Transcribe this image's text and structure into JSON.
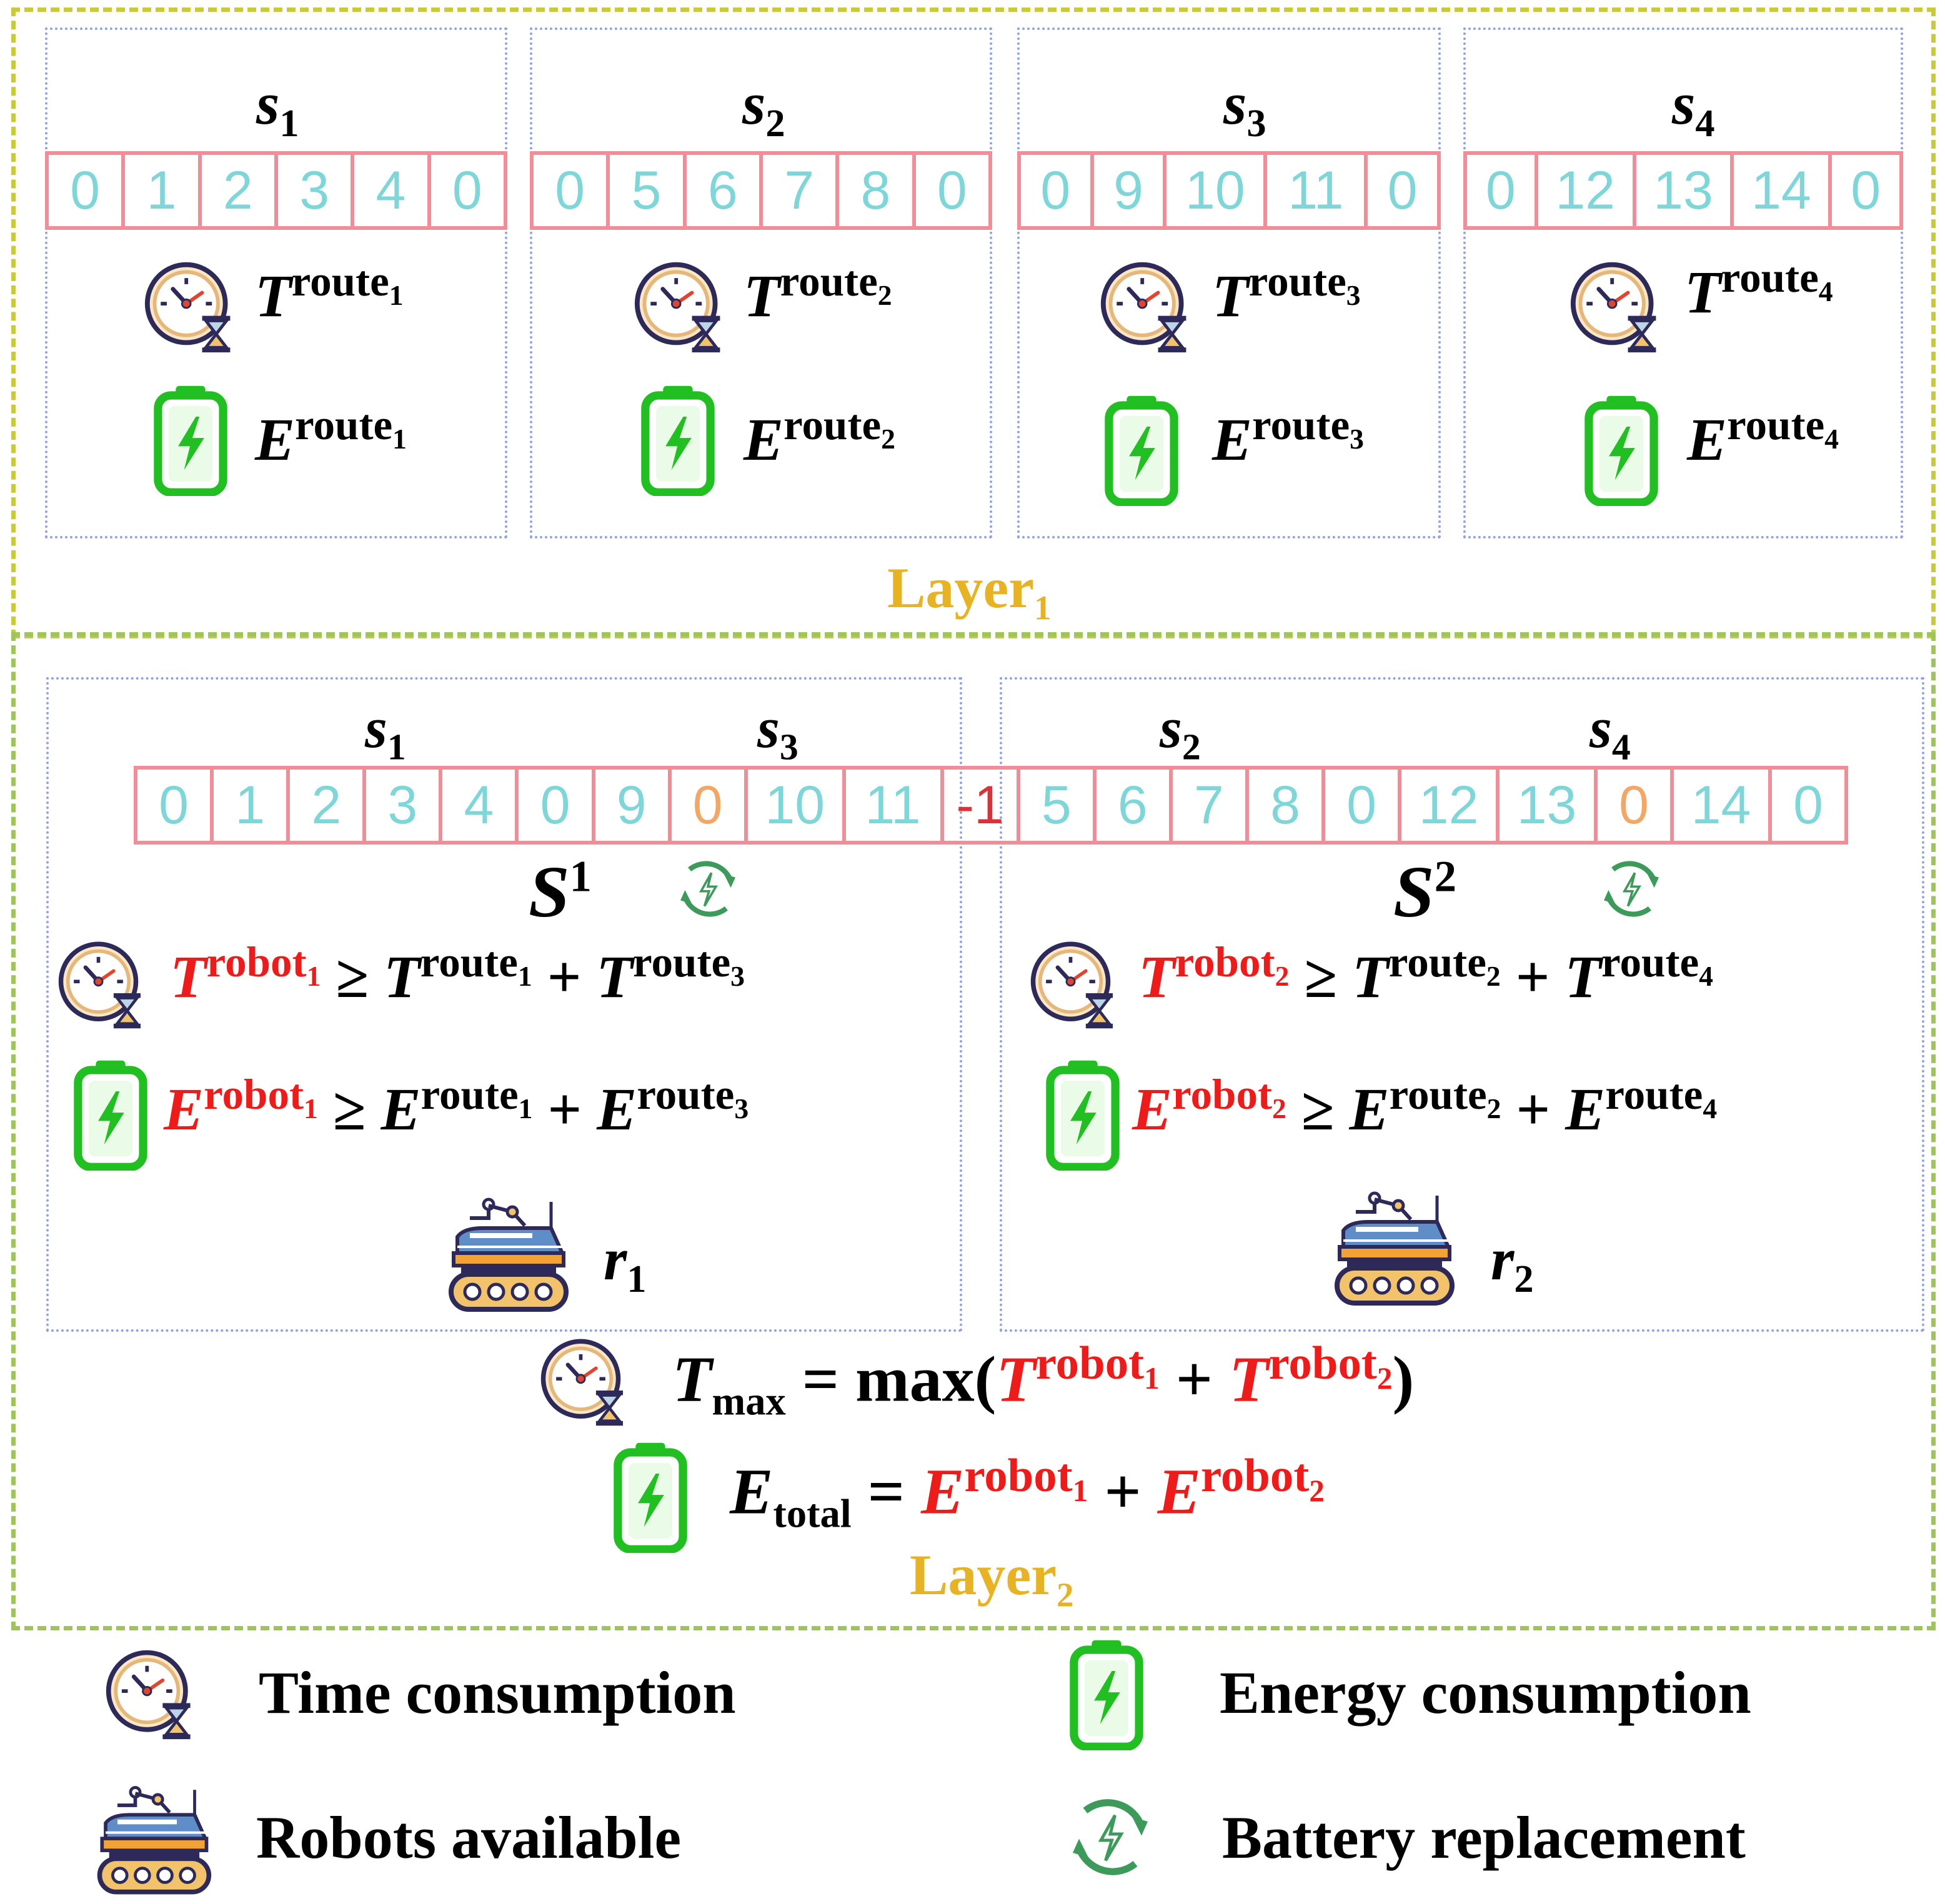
{
  "layer1": {
    "label": "Layer",
    "label_sub": "1",
    "panels": [
      {
        "segment": "s",
        "segment_sub": "1",
        "cells": [
          "0",
          "1",
          "2",
          "3",
          "4",
          "0"
        ],
        "time_var": "T",
        "time_sup": "route",
        "time_sup_sub": "1",
        "energy_var": "E",
        "energy_sup": "route",
        "energy_sup_sub": "1"
      },
      {
        "segment": "s",
        "segment_sub": "2",
        "cells": [
          "0",
          "5",
          "6",
          "7",
          "8",
          "0"
        ],
        "time_var": "T",
        "time_sup": "route",
        "time_sup_sub": "2",
        "energy_var": "E",
        "energy_sup": "route",
        "energy_sup_sub": "2"
      },
      {
        "segment": "s",
        "segment_sub": "3",
        "cells": [
          "0",
          "9",
          "10",
          "11",
          "0"
        ],
        "time_var": "T",
        "time_sup": "route",
        "time_sup_sub": "3",
        "energy_var": "E",
        "energy_sup": "route",
        "energy_sup_sub": "3"
      },
      {
        "segment": "s",
        "segment_sub": "4",
        "cells": [
          "0",
          "12",
          "13",
          "14",
          "0"
        ],
        "time_var": "T",
        "time_sup": "route",
        "time_sup_sub": "4",
        "energy_var": "E",
        "energy_sup": "route",
        "energy_sup_sub": "4"
      }
    ]
  },
  "layer2": {
    "label": "Layer",
    "label_sub": "2",
    "segments": [
      {
        "name": "s",
        "sub": "1"
      },
      {
        "name": "s",
        "sub": "3"
      },
      {
        "name": "s",
        "sub": "2"
      },
      {
        "name": "s",
        "sub": "4"
      }
    ],
    "cells": [
      "0",
      "1",
      "2",
      "3",
      "4",
      "0",
      "9",
      "0",
      "10",
      "11",
      "-1",
      "5",
      "6",
      "7",
      "8",
      "0",
      "12",
      "13",
      "0",
      "14",
      "0"
    ],
    "solutions": [
      {
        "name": "S",
        "sup": "1",
        "robot": "r",
        "robot_sub": "1"
      },
      {
        "name": "S",
        "sup": "2",
        "robot": "r",
        "robot_sub": "2"
      }
    ],
    "constraints": {
      "robot1_time": {
        "lhs": "T",
        "lhs_sup": "robot",
        "lhs_sub": "1",
        "op": "≥",
        "a": "T",
        "a_sup": "route",
        "a_sub": "1",
        "plus": "+",
        "b": "T",
        "b_sup": "route",
        "b_sub": "3"
      },
      "robot1_energy": {
        "lhs": "E",
        "lhs_sup": "robot",
        "lhs_sub": "1",
        "op": "≥",
        "a": "E",
        "a_sup": "route",
        "a_sub": "1",
        "plus": "+",
        "b": "E",
        "b_sup": "route",
        "b_sub": "3"
      },
      "robot2_time": {
        "lhs": "T",
        "lhs_sup": "robot",
        "lhs_sub": "2",
        "op": "≥",
        "a": "T",
        "a_sup": "route",
        "a_sub": "2",
        "plus": "+",
        "b": "T",
        "b_sup": "route",
        "b_sub": "4"
      },
      "robot2_energy": {
        "lhs": "E",
        "lhs_sup": "robot",
        "lhs_sub": "2",
        "op": "≥",
        "a": "E",
        "a_sup": "route",
        "a_sub": "2",
        "plus": "+",
        "b": "E",
        "b_sup": "route",
        "b_sub": "4"
      }
    },
    "tmax": {
      "var": "T",
      "sub": "max",
      "eq": "=",
      "func": "max(",
      "a": "T",
      "a_sup": "robot",
      "a_sub": "1",
      "plus": "+",
      "b": "T",
      "b_sup": "robot",
      "b_sub": "2",
      "close": ")"
    },
    "etotal": {
      "var": "E",
      "sub": "total",
      "eq": "=",
      "a": "E",
      "a_sup": "robot",
      "a_sub": "1",
      "plus": "+",
      "b": "E",
      "b_sup": "robot",
      "b_sub": "2"
    }
  },
  "legend": {
    "time": "Time consumption",
    "energy": "Energy consumption",
    "robots": "Robots available",
    "battery": "Battery replacement"
  },
  "colors": {
    "cell_text": "#7fd6d8",
    "cell_border": "#ef8e98",
    "replacement_zero": "#f2a766",
    "separator": "#d9323a",
    "robot_vars": "#ee1b1b",
    "layer_label": "#e7b325",
    "battery_green": "#22bf22"
  }
}
